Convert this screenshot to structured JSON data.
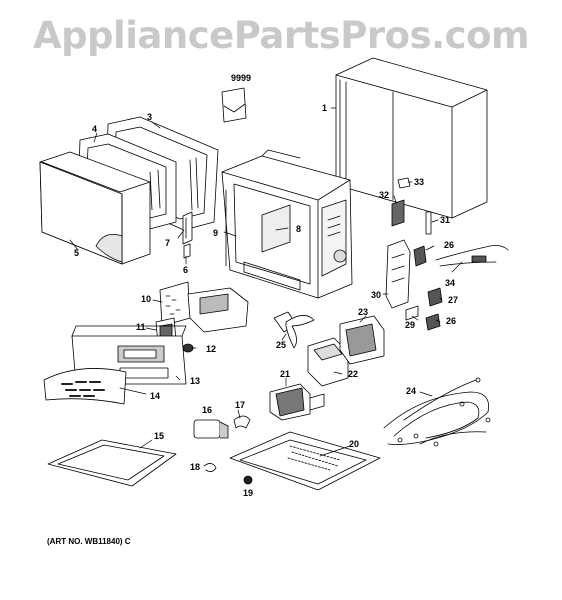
{
  "watermark": "AppliancePartsPros.com",
  "art_number": "(ART NO. WB11840) C",
  "callouts": {
    "p9999": "9999",
    "p1": "1",
    "p3": "3",
    "p4": "4",
    "p5": "5",
    "p6": "6",
    "p7": "7",
    "p8": "8",
    "p9": "9",
    "p10": "10",
    "p11": "11",
    "p12": "12",
    "p13": "13",
    "p14": "14",
    "p15": "15",
    "p16": "16",
    "p17": "17",
    "p18": "18",
    "p19": "19",
    "p20": "20",
    "p21": "21",
    "p22": "22",
    "p23": "23",
    "p24": "24",
    "p25": "25",
    "p26a": "26",
    "p26b": "26",
    "p27": "27",
    "p29": "29",
    "p30": "30",
    "p31": "31",
    "p32": "32",
    "p33": "33",
    "p34": "34"
  },
  "colors": {
    "line": "#000000",
    "watermark": "#c9c9c9",
    "shade": "#d8d8d8",
    "dark": "#444444"
  }
}
